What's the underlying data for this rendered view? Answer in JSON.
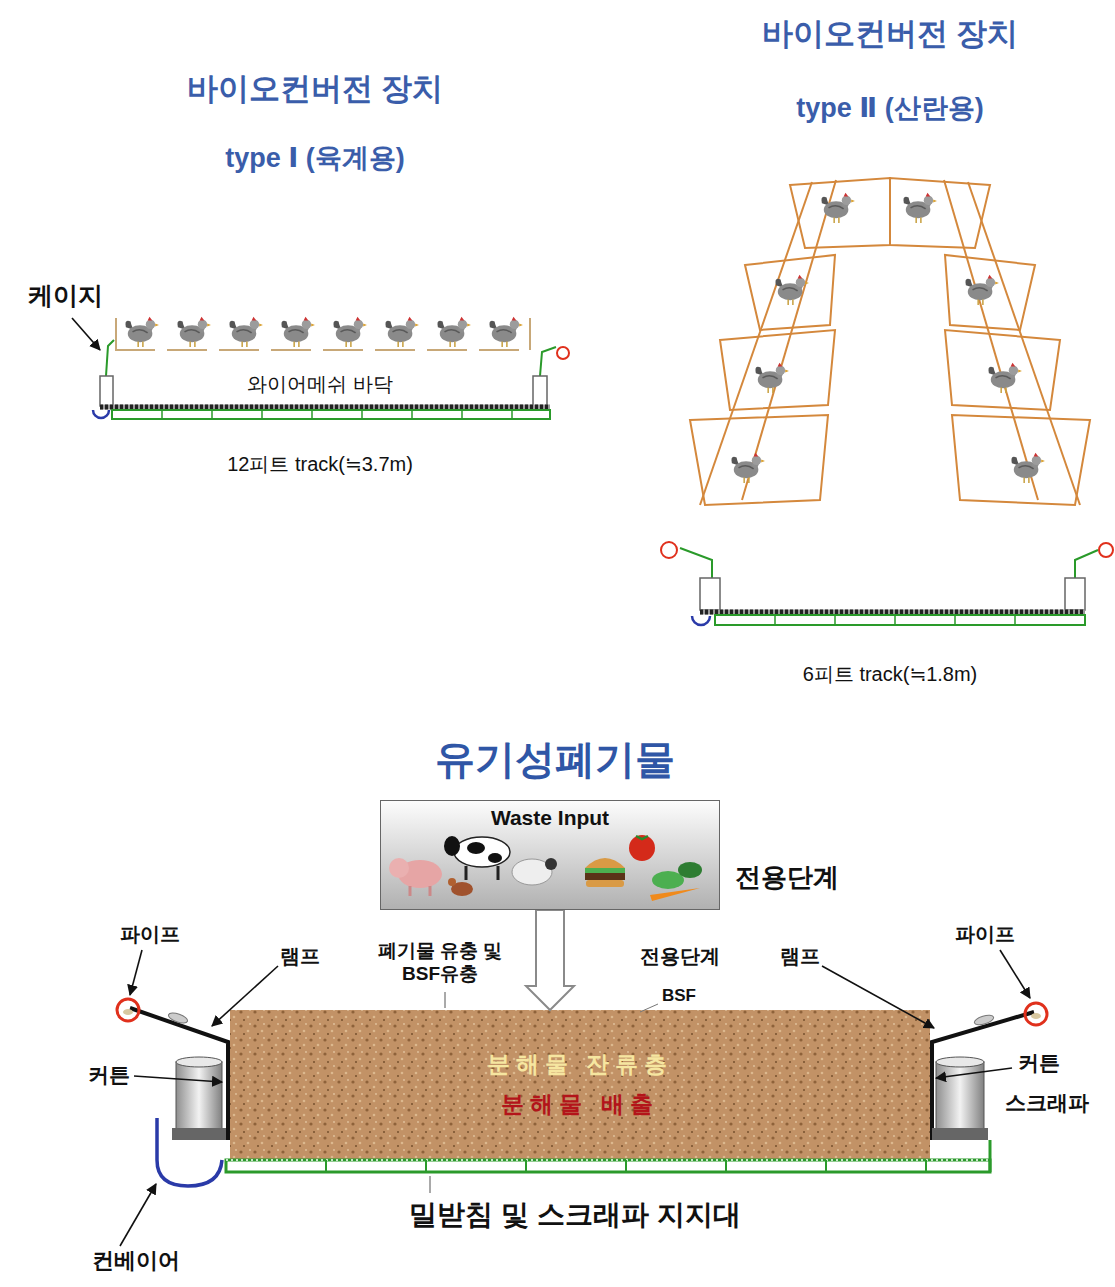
{
  "diagram": {
    "nodes": [
      {
        "text": [
          "Waste Input"
        ]
      },
      {
        "text": [
          "분해물 잔류층",
          "분해물 배출"
        ]
      }
    ],
    "edges": [
      {
        "from": 0,
        "to": 1,
        "arrow": "to"
      }
    ],
    "labels": [
      "바이오컨버전 장치",
      "type Ⅰ (육계용)",
      "케이지",
      "와이어메쉬 바닥",
      "12피트 track(≒3.7m)",
      "바이오컨버전 장치",
      "type Ⅱ (산란용)",
      "6피트 track(≒1.8m)",
      "유기성폐기물",
      "전용단계",
      "파이프",
      "램프",
      "폐기물 유충 및 BSF유충",
      "전용단계",
      "BSF",
      "램프",
      "파이프",
      "커튼",
      "커튼",
      "스크래파",
      "밀받침 및 스크래파 지지대",
      "컨베이어"
    ]
  }
}
